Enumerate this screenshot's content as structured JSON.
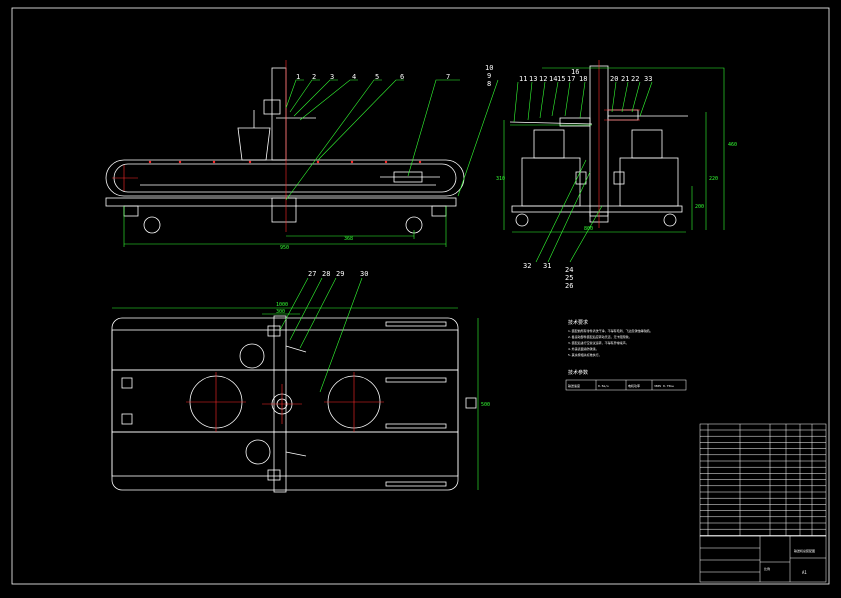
{
  "colors": {
    "background": "#000000",
    "outline": "#ffffff",
    "centerline": "#ff2a2a",
    "dimension": "#33ff33",
    "balloon_text": "#ffffff"
  },
  "front_view": {
    "balloons": [
      "1",
      "2",
      "3",
      "4",
      "5",
      "6",
      "7"
    ],
    "dims": {
      "total": "950",
      "inner": "368"
    }
  },
  "side_view": {
    "balloons_top": [
      "11",
      "13",
      "12",
      "14",
      "15",
      "17",
      "16",
      "18",
      "20",
      "21",
      "22",
      "33"
    ],
    "top_stack": [
      "10",
      "9",
      "8"
    ],
    "balloons_bottom": [
      "32",
      "31",
      "24",
      "25",
      "26"
    ],
    "dims": {
      "right_outer": "460",
      "right_mid": "220",
      "right_low": "200",
      "left": "310",
      "bottom": "800"
    }
  },
  "plan_view": {
    "balloons": [
      "27",
      "28",
      "29",
      "30"
    ],
    "dims": {
      "top1": "1000",
      "top2": "300",
      "right": "500"
    }
  },
  "notes": {
    "title": "技术要求",
    "lines": [
      "1.装配前所有零件清洗干净，不得有毛刺、飞边及锈蚀等缺陷。",
      "2.各运动部件装配后应转动灵活，无卡阻现象。",
      "3.装配后进行空载试运转，不得有异常噪声。",
      "4.外露表面涂防锈漆。",
      "5.其余按相关标准执行。"
    ],
    "perf_title": "技术参数",
    "perf": [
      "输送速度",
      "0.5m/s",
      "电机功率",
      "380V 0.75kw"
    ]
  },
  "title_block": {
    "drawing_name": "输送机总装配图",
    "scale_label": "比例",
    "sheet": "A1"
  }
}
